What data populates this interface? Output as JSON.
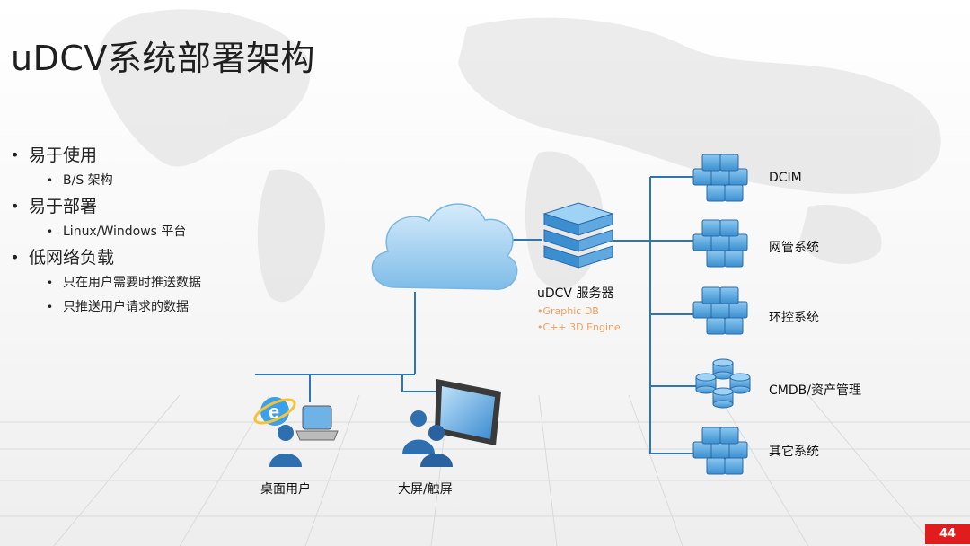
{
  "slide": {
    "title": "uDCV系统部署架构",
    "page_number": "44"
  },
  "bullets": [
    {
      "label": "易于使用",
      "subs": [
        "B/S 架构"
      ]
    },
    {
      "label": "易于部署",
      "subs": [
        "Linux/Windows 平台"
      ]
    },
    {
      "label": "低网络负载",
      "subs": [
        "只在用户需要时推送数据",
        "只推送用户请求的数据"
      ]
    }
  ],
  "server": {
    "label": "uDCV 服务器",
    "features": [
      "•Graphic DB",
      "•C++ 3D Engine"
    ]
  },
  "clients": {
    "desktop": "桌面用户",
    "bigscreen": "大屏/触屏"
  },
  "systems": [
    "DCIM",
    "网管系统",
    "环控系统",
    "CMDB/资产管理",
    "其它系统"
  ],
  "colors": {
    "accent_blue": "#2e75b6",
    "icon_blue": "#4fa3dc",
    "sub_text_orange": "#f0a060",
    "page_badge_red": "#e01c1c"
  }
}
